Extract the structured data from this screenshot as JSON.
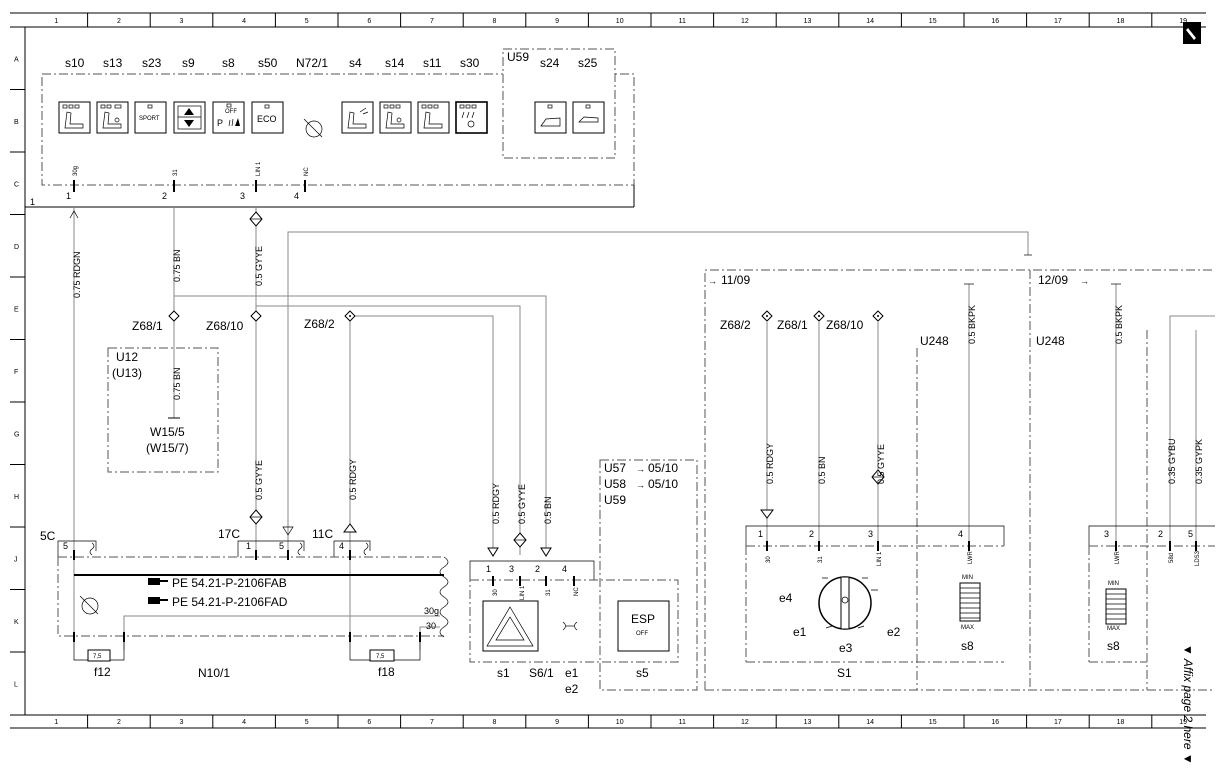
{
  "grid": {
    "columns": [
      "1",
      "2",
      "3",
      "4",
      "5",
      "6",
      "7",
      "8",
      "9",
      "10",
      "11",
      "12",
      "13",
      "14",
      "15",
      "16",
      "17",
      "18",
      "19"
    ],
    "rows": [
      "A",
      "B",
      "C",
      "D",
      "E",
      "F",
      "G",
      "H",
      "J",
      "K",
      "L"
    ]
  },
  "switch_panel": {
    "top_labels": [
      "s10",
      "s13",
      "s23",
      "s9",
      "s8",
      "s50",
      "N72/1",
      "s4",
      "s14",
      "s11",
      "s30"
    ],
    "u59_title": "U59",
    "u59_labels": [
      "s24",
      "s25"
    ],
    "sport_text": "SPORT",
    "eco_text": "ECO",
    "p_off_text": "P",
    "off_text": "OFF",
    "pins": [
      {
        "tag": "30g",
        "num": "1"
      },
      {
        "tag": "31",
        "num": "2"
      },
      {
        "tag": "LIN 1",
        "num": "3"
      },
      {
        "tag": "NC",
        "num": "4"
      }
    ],
    "block_pin": "1"
  },
  "wires": {
    "w1": "0.75 RDGN",
    "w2": "0.75 BN",
    "w3": "0.5 GYYE",
    "w4": "0.75 BN",
    "w5": "0.5 GYYE",
    "w6": "0.5 RDGY",
    "w7": "0.5 RDGY",
    "w8": "0.5 GYYE",
    "w9": "0.5 BN",
    "w10": "0.5 RDGY",
    "w11": "0.5 BN",
    "w12": "0.5 GYYE",
    "w13": "0.5 BKPK",
    "w14": "0.5 BKPK",
    "w15": "0.35 GYBU",
    "w16": "0.35 GYPK"
  },
  "nodes": {
    "z68_1": "Z68/1",
    "z68_10": "Z68/10",
    "z68_2": "Z68/2",
    "z68_2b": "Z68/2",
    "z68_1b": "Z68/1",
    "z68_10b": "Z68/10"
  },
  "u12_box": {
    "l1": "U12",
    "l2": "(U13)",
    "l3": "W15/5",
    "l4": "(W15/7)"
  },
  "n10": {
    "title": "N10/1",
    "c5": "5C",
    "c17": "17C",
    "c11": "11C",
    "pin5a": "5",
    "pin1": "1",
    "pin5b": "5",
    "pin4": "4",
    "ref1": "PE 54.21-P-2106FAB",
    "ref2": "PE 54.21-P-2106FAD",
    "tag30g": "30g",
    "tag30": "30",
    "fuse_a": "7,5",
    "fuse_b": "7,5",
    "f12": "f12",
    "f18": "f18"
  },
  "s6": {
    "pins": [
      "1",
      "3",
      "2",
      "4"
    ],
    "tags": [
      "30",
      "LIN 1",
      "31",
      "NC"
    ],
    "s1": "s1",
    "name": "S6/1",
    "e1": "e1",
    "e2": "e2",
    "s5": "s5",
    "esp": "ESP",
    "esp_off": "OFF"
  },
  "u_refs": [
    {
      "code": "U57",
      "page": "05/10"
    },
    {
      "code": "U58",
      "page": "05/10"
    },
    {
      "code": "U59",
      "page": ""
    }
  ],
  "s1_switch": {
    "page_ref": "11/09",
    "title": "S1",
    "u248": "U248",
    "pins": [
      "1",
      "2",
      "3",
      "4"
    ],
    "tags": [
      "30",
      "31",
      "LIN 1",
      "LWR"
    ],
    "e1": "e1",
    "e2": "e2",
    "e3": "e3",
    "e4": "e4",
    "s8": "s8",
    "min": "MIN",
    "max": "MAX"
  },
  "right_section": {
    "page_ref": "12/09",
    "u248": "U248",
    "pins": [
      "3",
      "2",
      "5"
    ],
    "tags": [
      "LWR",
      "58d",
      "LDS3"
    ],
    "s8": "s8",
    "min": "MIN",
    "max": "MAX"
  },
  "affix_note": "▼ Affix page 2 here ▼"
}
